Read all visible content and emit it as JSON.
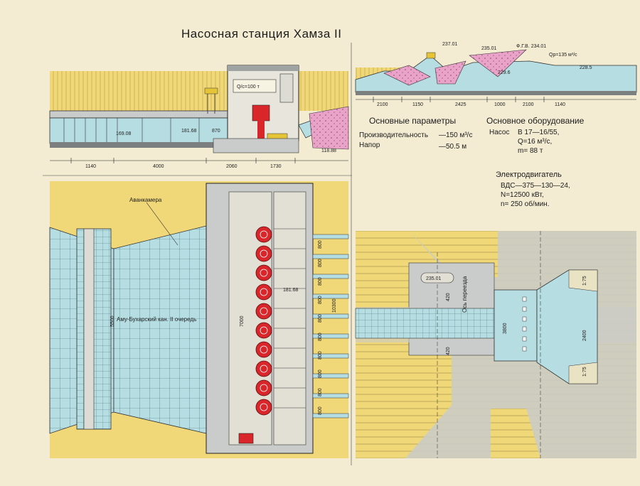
{
  "title": "Насосная станция  Хамза II",
  "params": {
    "heading": "Основные параметры",
    "rows": [
      {
        "label": "Производительность",
        "value": "—150 м³/с"
      },
      {
        "label": "Напор",
        "value": "—50.5 м"
      }
    ]
  },
  "equipment": {
    "heading": "Основное оборудование",
    "pump_label": "Насос",
    "pump_lines": [
      "В 17—16/55,",
      "Q=16 м³/с,",
      "m= 88 т"
    ],
    "motor_heading": "Электродвигатель",
    "motor_lines": [
      "ВДС—375—130—24,",
      "N=12500 кВт,",
      "n= 250 об/мин."
    ]
  },
  "section_left": {
    "dims": [
      "1140",
      "4000",
      "2060",
      "1730"
    ],
    "levels": [
      "169.08",
      "181.68",
      "118.88"
    ],
    "flow": "Q/c=100 т",
    "depth": "870"
  },
  "section_right": {
    "dims": [
      "2100",
      "1150",
      "2425",
      "1000",
      "2100",
      "1140"
    ],
    "levels": [
      "237.01",
      "235.01",
      "Ф.Г.В. 234.01",
      "229.6",
      "228.5",
      "Qp=135 м³/с"
    ]
  },
  "plan_left": {
    "avankamera": "Аванкамера",
    "canal": "Аму-Бухарский кан. II очередь",
    "level": "181.68",
    "width": "5500",
    "dim_7000": "7000",
    "dim_10300": "10300",
    "pipe_dims": [
      "800",
      "800",
      "800",
      "800",
      "800",
      "800",
      "800",
      "800",
      "800",
      "800"
    ],
    "pumps": 10
  },
  "plan_right": {
    "level": "235.01",
    "axis": "Ось переезда",
    "dims": [
      "420",
      "420",
      "3800",
      "2400",
      "1:75",
      "1:75"
    ]
  },
  "colors": {
    "paper": "#f3ecd2",
    "soil": "#f0d778",
    "water": "#b6dde2",
    "concrete": "#c9ccca",
    "pump": "#d8262a",
    "pink": "#e9a3c8",
    "grid": "#3e6f78"
  }
}
